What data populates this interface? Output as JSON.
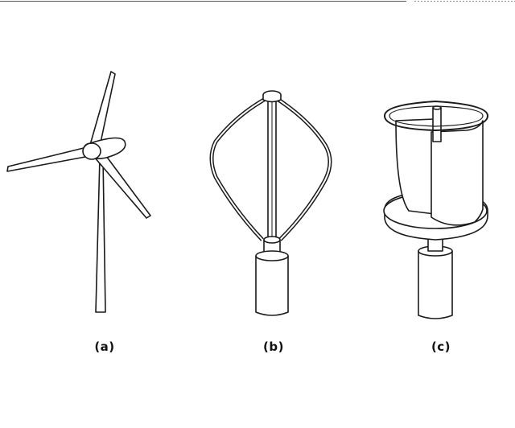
{
  "figure": {
    "panels": [
      {
        "id": "a",
        "label": "(a)"
      },
      {
        "id": "b",
        "label": "(b)"
      },
      {
        "id": "c",
        "label": "(c)"
      }
    ]
  },
  "colors": {
    "stroke": "#1a1a1a",
    "fill": "#ffffff",
    "header_rule": "#444444"
  }
}
